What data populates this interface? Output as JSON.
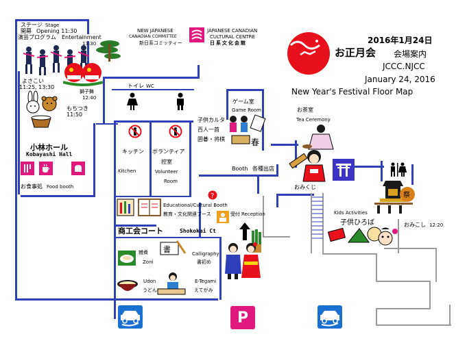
{
  "header": {
    "date_jp": "2016年1月24日",
    "title_jp": "お正月会",
    "subtitle_jp": "会場案内",
    "org": "JCCC.NJCC",
    "date_en": "January 24, 2016",
    "title_en": "New Year's Festival Floor Map"
  },
  "logos": {
    "njcc_en_1": "NEW JAPANESE",
    "njcc_en_2": "CANADIAN COMMITTEE",
    "njcc_jp": "新日系コミッティー",
    "jccc_en_1": "JAPANESE CANADIAN",
    "jccc_en_2": "CULTURAL CENTRE",
    "jccc_jp": "日系文化会館"
  },
  "stage": {
    "label_jp": "ステージ",
    "label_en": "Stage",
    "opening_jp": "開幕",
    "opening_en": "Opening 11:30",
    "program_jp": "演芸プログラム",
    "program_en": "Entertainment",
    "program_time": "13:30",
    "yosakoi_jp": "よさこい",
    "yosakoi_time": "11:25, 13:30",
    "shishimai_jp": "獅子舞",
    "shishimai_time": "12:40",
    "mochitsuki_jp": "もちつき",
    "mochitsuki_time": "11:50"
  },
  "hall": {
    "name_jp": "小林ホール",
    "name_en": "Kobayashi Hall",
    "food_jp": "お食事処",
    "food_en": "Food booth"
  },
  "rooms": {
    "toilet_jp": "トイレ",
    "toilet_en": "WC",
    "kitchen_jp": "キッチン",
    "kitchen_en": "Kitchen",
    "volunteer_jp1": "ボランティア",
    "volunteer_jp2": "控室",
    "volunteer_en1": "Volunteer",
    "volunteer_en2": "Room",
    "karuta": "子供カルタ",
    "hyakunin": "百人一首",
    "go_shogi": "囲碁・将棋",
    "game_jp": "ゲーム室",
    "game_en": "Game Room",
    "booth_en": "Booth",
    "booth_jp": "各種出店",
    "tea_jp": "お茶室",
    "tea_en": "Tea Ceremony",
    "omikuji": "おみくじ",
    "edu_en": "Educational/Cultural Booth",
    "edu_jp": "教育・文化関連ブース",
    "reception_jp": "受付",
    "reception_en": "Reception",
    "kids_en": "Kids Activities",
    "kids_jp": "子供ひろば",
    "omikoshi_jp": "おみこし",
    "omikoshi_time": "12:20"
  },
  "shokokai": {
    "title_jp": "商工会コート",
    "title_en": "Shokokai Ct",
    "zoni_jp": "雑煮",
    "zoni_en": "Zoni",
    "calligraphy_en": "Calligraphy",
    "calligraphy_jp": "書初め",
    "udon_en": "Udon",
    "udon_jp": "うどん",
    "etegami_en": "E-Tegami",
    "etegami_jp": "えてがみ"
  },
  "parking": {
    "p_label": "P"
  },
  "colors": {
    "wall_blue": "#2e3fb8",
    "accent_pink": "#e0197d",
    "parking_blue": "#1a6fd1",
    "torii_blue": "#3b34c4",
    "sun_red": "#e8101a"
  }
}
